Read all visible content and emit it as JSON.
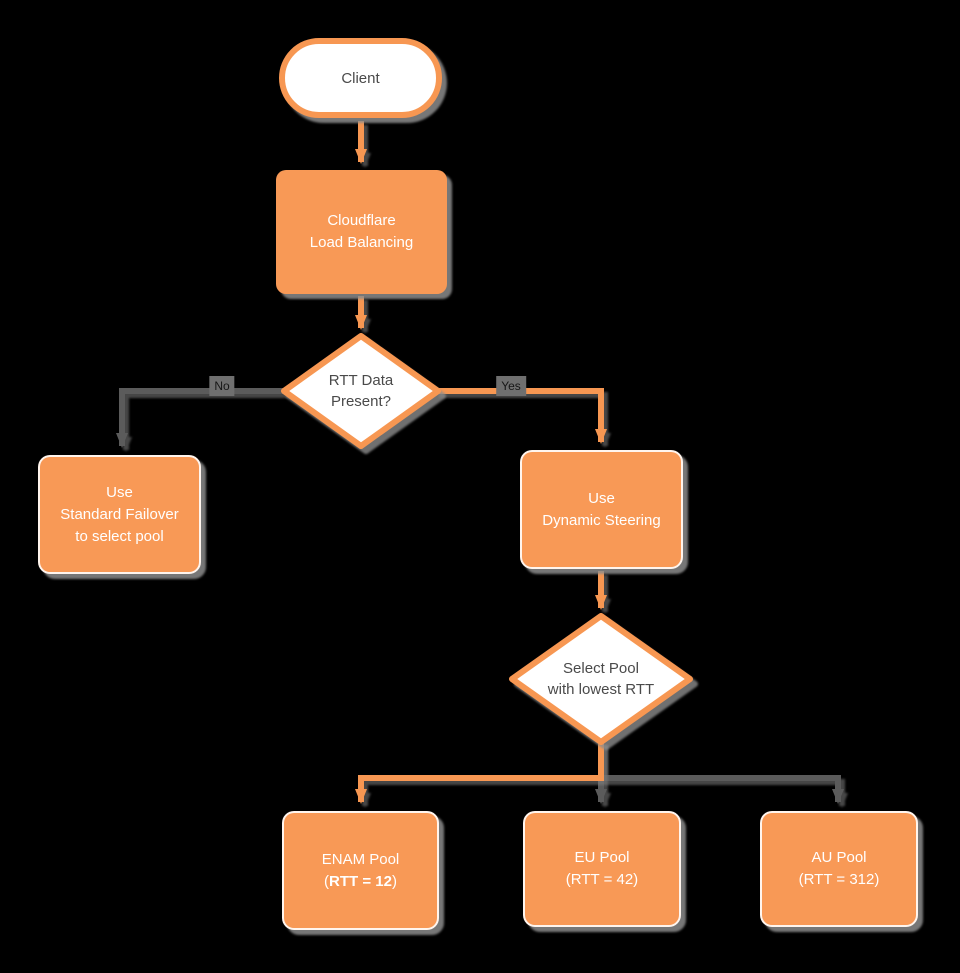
{
  "diagram": {
    "colors": {
      "node_fill_orange": "#F89956",
      "stroke_orange": "#F79752",
      "stroke_gray": "#5B5B5B",
      "decision_fill": "#FFFFFF",
      "text_light": "#FFFFFF",
      "text_dark": "#4A4A4A",
      "background": "#000000"
    },
    "nodes": {
      "client": {
        "label": "Client"
      },
      "load_balancer": {
        "line1": "Cloudflare",
        "line2": "Load Balancing"
      },
      "rtt_decision": {
        "line1": "RTT Data",
        "line2": "Present?"
      },
      "standard_failover": {
        "line1": "Use",
        "line2": "Standard Failover",
        "line3": "to select pool"
      },
      "dynamic_steering": {
        "line1": "Use",
        "line2": "Dynamic Steering"
      },
      "select_pool": {
        "line1": "Select Pool",
        "line2": "with lowest RTT"
      },
      "enam_pool": {
        "line1": "ENAM Pool",
        "line2_parts": [
          "(",
          "RTT = 12",
          ")"
        ]
      },
      "eu_pool": {
        "line1": "EU Pool",
        "line2": "(RTT = 42)"
      },
      "au_pool": {
        "line1": "AU Pool",
        "line2": "(RTT = 312)"
      }
    },
    "edge_labels": {
      "no": "No",
      "yes": "Yes"
    }
  }
}
